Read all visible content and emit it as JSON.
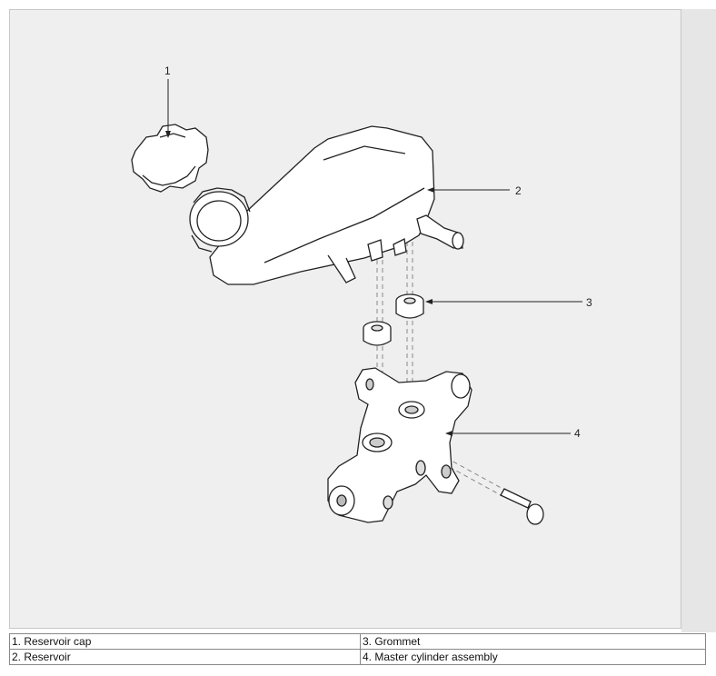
{
  "callouts": [
    "1",
    "2",
    "3",
    "4"
  ],
  "legend": {
    "rows": [
      [
        "1. Reservoir cap",
        "3. Grommet"
      ],
      [
        "2. Reservoir",
        "4. Master cylinder assembly"
      ]
    ]
  }
}
